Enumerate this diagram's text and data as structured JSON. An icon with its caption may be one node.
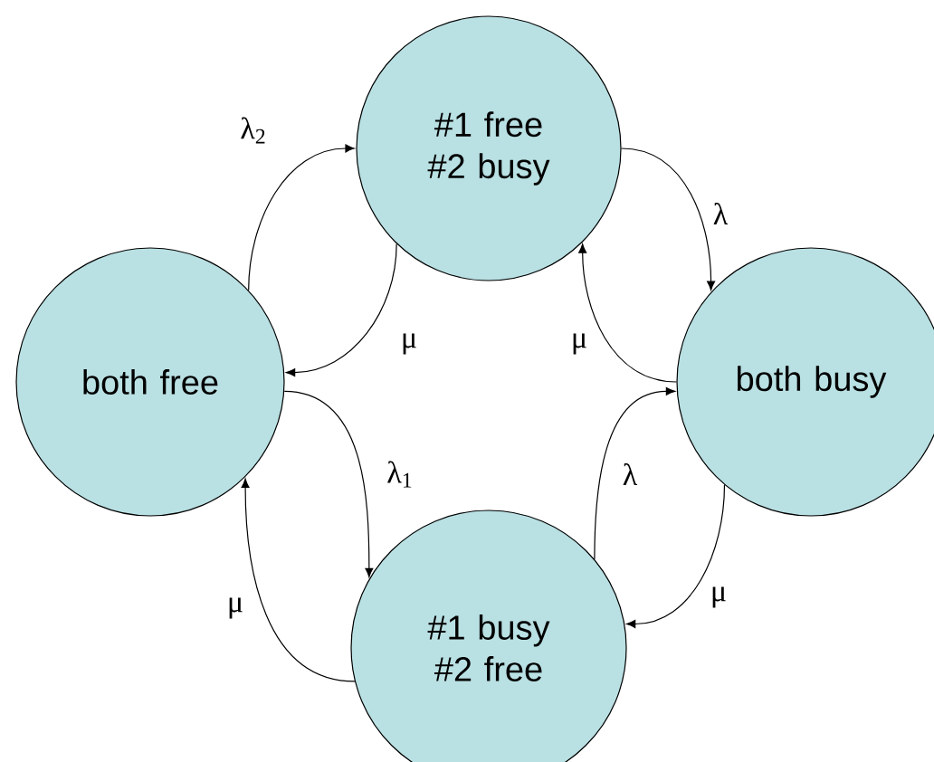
{
  "diagram": {
    "nodes": [
      {
        "text": [
          "#1 free #2 busy"
        ]
      },
      {
        "text": [
          "both free"
        ]
      },
      {
        "text": [
          "both busy"
        ]
      },
      {
        "text": [
          "#1 busy #2 free"
        ]
      }
    ],
    "edges": [
      {
        "from": 1,
        "to": 0,
        "arrow": "to",
        "label": "λ$_{2}$"
      },
      {
        "from": 0,
        "to": 1,
        "arrow": "to",
        "label": "μ"
      },
      {
        "from": 0,
        "to": 2,
        "arrow": "to",
        "label": "λ"
      },
      {
        "from": 2,
        "to": 0,
        "arrow": "to",
        "label": "μ"
      },
      {
        "from": 1,
        "to": 3,
        "arrow": "to",
        "label": "λ$_{1}$"
      },
      {
        "from": 3,
        "to": 1,
        "arrow": "to",
        "label": "μ"
      },
      {
        "from": 3,
        "to": 2,
        "arrow": "to",
        "label": "λ"
      },
      {
        "from": 2,
        "to": 3,
        "arrow": "to",
        "label": "μ"
      }
    ]
  }
}
